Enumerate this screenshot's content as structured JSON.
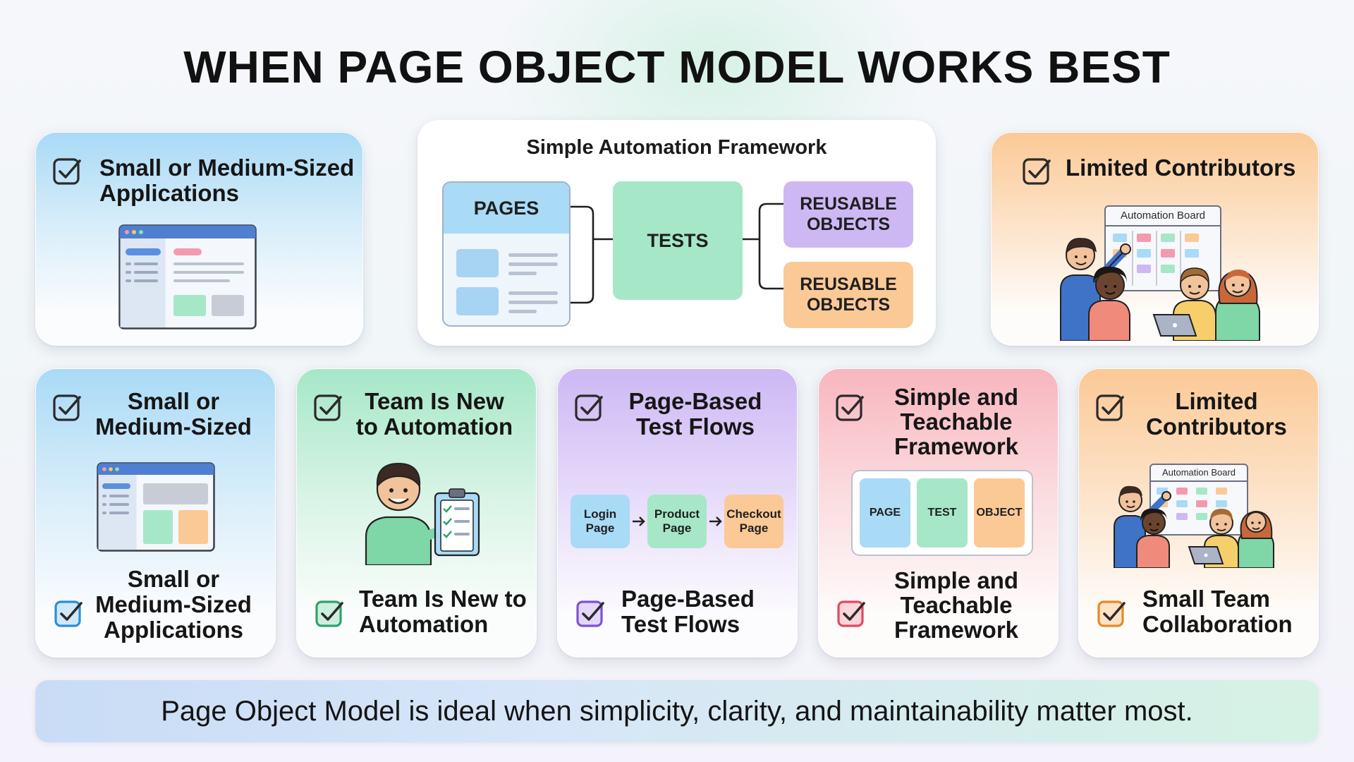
{
  "page": {
    "title": "WHEN PAGE OBJECT MODEL WORKS BEST",
    "footer": "Page Object Model is ideal when simplicity, clarity, and maintainability matter most."
  },
  "top_cards": {
    "left": {
      "title_line1": "Small or Medium-Sized",
      "title_line2": "Applications"
    },
    "framework": {
      "title": "Simple Automation Framework",
      "pages_label": "PAGES",
      "tests_label": "TESTS",
      "reusable_1_line1": "REUSABLE",
      "reusable_1_line2": "OBJECTS",
      "reusable_2_line1": "REUSABLE",
      "reusable_2_line2": "OBJECTS"
    },
    "right": {
      "title": "Limited Contributors",
      "board_label": "Automation Board"
    }
  },
  "bottom_cards": [
    {
      "top_line1": "Small or",
      "top_line2": "Medium-Sized",
      "bottom_line1": "Small or",
      "bottom_line2": "Medium-Sized",
      "bottom_line3": "Applications"
    },
    {
      "top_line1": "Team Is New",
      "top_line2": "to Automation",
      "bottom_line1": "Team Is New to",
      "bottom_line2": "Automation"
    },
    {
      "top_line1": "Page-Based",
      "top_line2": "Test Flows",
      "bottom_line1": "Page-Based",
      "bottom_line2": "Test Flows",
      "flow": [
        {
          "line1": "Login",
          "line2": "Page"
        },
        {
          "line1": "Product",
          "line2": "Page"
        },
        {
          "line1": "Checkout",
          "line2": "Page"
        }
      ]
    },
    {
      "top_line1": "Simple and",
      "top_line2": "Teachable",
      "top_line3": "Framework",
      "bottom_line1": "Simple and",
      "bottom_line2": "Teachable",
      "bottom_line3": "Framework",
      "mini": {
        "page": "PAGE",
        "test": "TEST",
        "object": "OBJECT"
      }
    },
    {
      "top_line1": "Limited",
      "top_line2": "Contributors",
      "bottom_line1": "Small Team",
      "bottom_line2": "Collaboration",
      "board_label": "Automation Board"
    }
  ],
  "colors": {
    "blue": "#a9daf6",
    "green": "#a6e7c8",
    "purple": "#cdb8f4",
    "pink": "#f8b6be",
    "orange": "#fbc996",
    "check_blue": "#2b8fd6",
    "check_green": "#2fa36b",
    "check_purple": "#7d52d6",
    "check_pink": "#e2485f",
    "check_orange": "#e38b24"
  },
  "icons": [
    "check-square-icon",
    "browser-window-icon",
    "arrow-right-icon",
    "clipboard-icon",
    "laptop-icon",
    "person-icon"
  ]
}
